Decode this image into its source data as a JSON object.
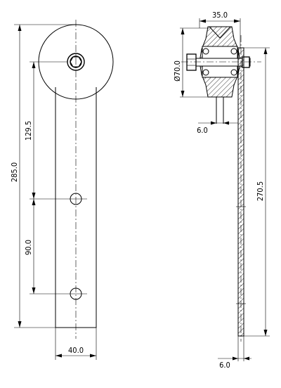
{
  "dimensions": {
    "total_height": "285.0",
    "upper_spacing": "129.5",
    "hole_spacing": "90.0",
    "plate_width": "40.0",
    "wheel_width": "35.0",
    "wheel_diameter": "Ø70.0",
    "plate_thickness_top": "6.0",
    "side_height": "270.5",
    "plate_thickness_bottom": "6.0"
  },
  "colors": {
    "line": "#000000",
    "background": "#ffffff"
  }
}
